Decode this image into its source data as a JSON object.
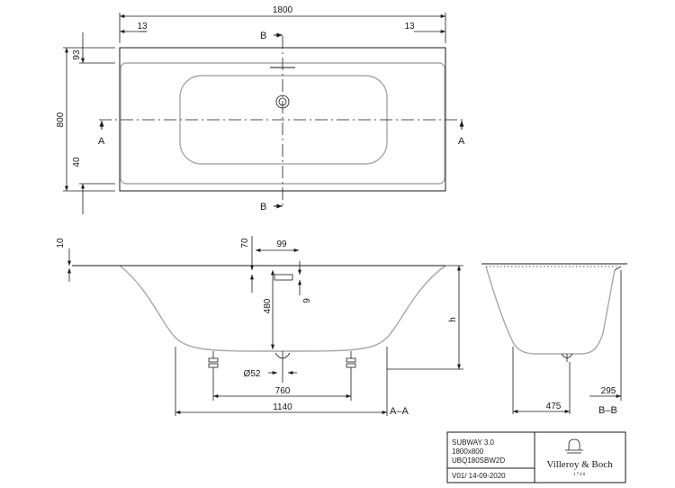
{
  "plan": {
    "width": "1800",
    "left_edge": "13",
    "right_edge": "13",
    "depth": "800",
    "top_edge": "93",
    "bottom_edge": "40",
    "section_b_top": "B",
    "section_b_bottom": "B",
    "section_a_left": "A",
    "section_a_right": "A"
  },
  "section_a": {
    "rim_height": "10",
    "overflow_offset": "70",
    "overflow_width": "99",
    "overflow_height": "480",
    "overflow_gap": "9",
    "depth_h": "h",
    "drain_diameter": "Ø52",
    "feet_spacing": "760",
    "bottom_length": "1140",
    "label": "A–A"
  },
  "section_b": {
    "bottom_width": "475",
    "offset": "295",
    "label": "B–B"
  },
  "title_block": {
    "product": "SUBWAY 3.0",
    "size": "1800x800",
    "code": "UBQ180SBW2D",
    "version": "V01/ 14-09-2020",
    "brand": "Villeroy & Boch",
    "brand_year": "1748"
  },
  "icons": [
    "faucet-logo-icon"
  ]
}
